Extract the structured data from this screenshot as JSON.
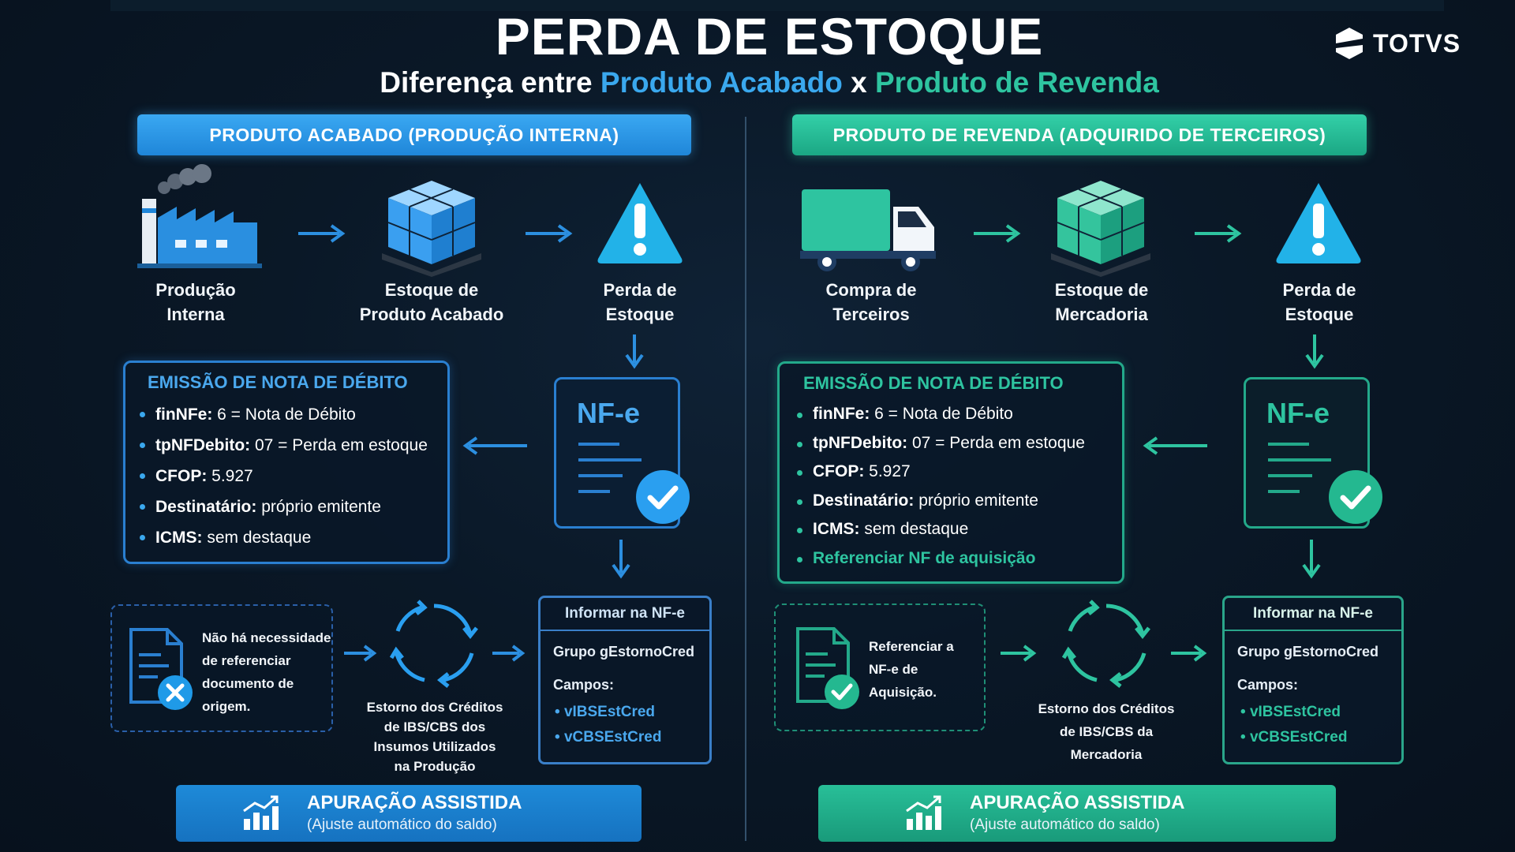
{
  "title": "PERDA DE ESTOQUE",
  "subtitle": {
    "prefix": "Diferença entre",
    "left": "Produto Acabado",
    "sep": "x",
    "right": "Produto de Revenda"
  },
  "logo": {
    "text": "TOTVS",
    "icon": "totvs-logo-icon"
  },
  "colors": {
    "blue": "#3aa8ee",
    "green": "#2ec4a0",
    "background": "#07121f"
  },
  "left": {
    "header": "PRODUTO ACABADO (PRODUÇÃO INTERNA)",
    "steps": [
      {
        "line1": "Produção",
        "line2": "Interna",
        "icon": "factory-icon"
      },
      {
        "line1": "Estoque de",
        "line2": "Produto Acabado",
        "icon": "boxes-icon"
      },
      {
        "line1": "Perda de",
        "line2": "Estoque",
        "icon": "warning-icon"
      }
    ],
    "note": {
      "title": "EMISSÃO DE NOTA DE DÉBITO",
      "items": [
        {
          "key": "finNFe:",
          "value": " 6 = Nota de Débito"
        },
        {
          "key": "tpNFDebito:",
          "value": " 07 = Perda em estoque"
        },
        {
          "key": "CFOP:",
          "value": " 5.927"
        },
        {
          "key": "Destinatário:",
          "value": " próprio emitente"
        },
        {
          "key": "ICMS:",
          "value": " sem destaque"
        }
      ]
    },
    "doc_label": "NF-e",
    "reference": {
      "lines": [
        "Não há necessidade",
        "de referenciar",
        "documento de",
        "origem."
      ],
      "icon": "document-x-icon"
    },
    "cycle": {
      "lines": [
        "Estorno dos Créditos",
        "de IBS/CBS dos",
        "Insumos Utilizados",
        "na Produção"
      ]
    },
    "info": {
      "head": "Informar na NF-e",
      "group": "Grupo gEstornoCred",
      "fields_label": "Campos:",
      "fields": [
        "vIBSEstCred",
        "vCBSEstCred"
      ]
    },
    "bottom": {
      "title": "APURAÇÃO ASSISTIDA",
      "sub": "(Ajuste automático do saldo)"
    }
  },
  "right": {
    "header": "PRODUTO DE REVENDA (ADQUIRIDO DE TERCEIROS)",
    "steps": [
      {
        "line1": "Compra de",
        "line2": "Terceiros",
        "icon": "truck-icon"
      },
      {
        "line1": "Estoque de",
        "line2": "Mercadoria",
        "icon": "boxes-icon"
      },
      {
        "line1": "Perda de",
        "line2": "Estoque",
        "icon": "warning-icon"
      }
    ],
    "note": {
      "title": "EMISSÃO DE NOTA DE DÉBITO",
      "items": [
        {
          "key": "finNFe:",
          "value": " 6 = Nota de Débito"
        },
        {
          "key": "tpNFDebito:",
          "value": " 07 = Perda em estoque"
        },
        {
          "key": "CFOP:",
          "value": " 5.927"
        },
        {
          "key": "Destinatário:",
          "value": " próprio emitente"
        },
        {
          "key": "ICMS:",
          "value": " sem destaque"
        }
      ],
      "highlight": "Referenciar NF de aquisição"
    },
    "doc_label": "NF-e",
    "reference": {
      "lines": [
        "Referenciar a",
        "NF-e de",
        "Aquisição."
      ],
      "icon": "document-check-icon"
    },
    "cycle": {
      "lines": [
        "Estorno dos Créditos",
        "de IBS/CBS da",
        "Mercadoria"
      ]
    },
    "info": {
      "head": "Informar na NF-e",
      "group": "Grupo gEstornoCred",
      "fields_label": "Campos:",
      "fields": [
        "vIBSEstCred",
        "vCBSEstCred"
      ]
    },
    "bottom": {
      "title": "APURAÇÃO ASSISTIDA",
      "sub": "(Ajuste automático do saldo)"
    }
  }
}
